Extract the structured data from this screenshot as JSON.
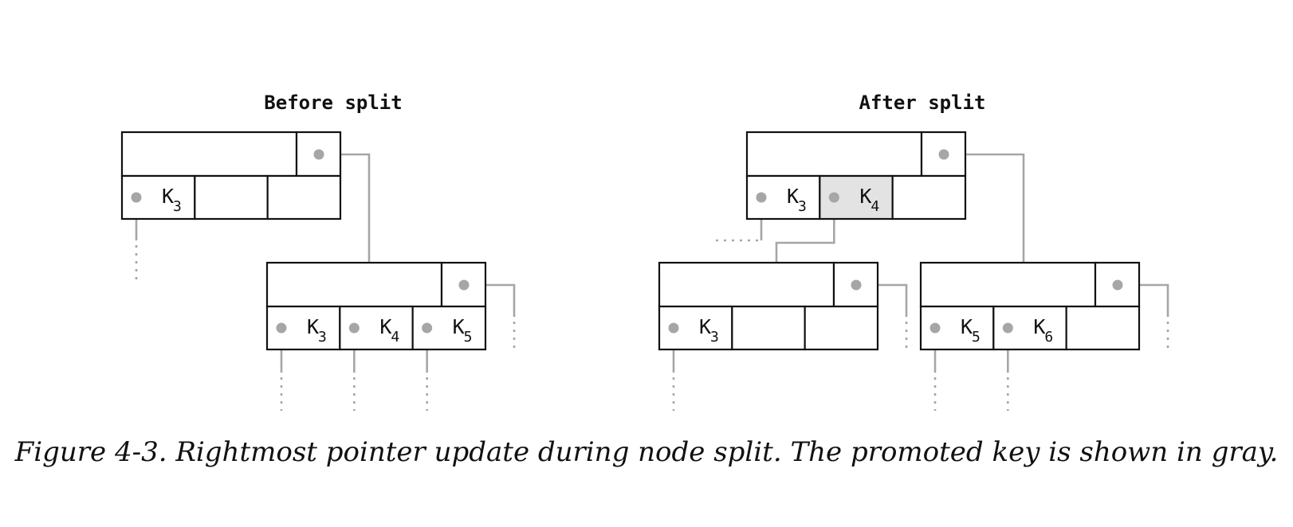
{
  "panels": {
    "before": {
      "title": "Before split"
    },
    "after": {
      "title": "After split"
    }
  },
  "nodes": {
    "before_parent": {
      "keys": [
        {
          "label": "K",
          "sub": "3"
        },
        null,
        null
      ],
      "highlight": []
    },
    "before_child": {
      "keys": [
        {
          "label": "K",
          "sub": "3"
        },
        {
          "label": "K",
          "sub": "4"
        },
        {
          "label": "K",
          "sub": "5"
        }
      ],
      "highlight": []
    },
    "after_parent": {
      "keys": [
        {
          "label": "K",
          "sub": "3"
        },
        {
          "label": "K",
          "sub": "4"
        },
        null
      ],
      "highlight": [
        1
      ]
    },
    "after_left": {
      "keys": [
        {
          "label": "K",
          "sub": "3"
        },
        null,
        null
      ],
      "highlight": []
    },
    "after_right": {
      "keys": [
        {
          "label": "K",
          "sub": "5"
        },
        {
          "label": "K",
          "sub": "6"
        },
        null
      ],
      "highlight": []
    }
  },
  "caption": "Figure 4-3. Rightmost pointer update during node split. The promoted key is shown in gray.",
  "colors": {
    "pointer": "#a6a6a6",
    "promoted_key_fill": "#e3e3e3",
    "border": "#111111"
  }
}
